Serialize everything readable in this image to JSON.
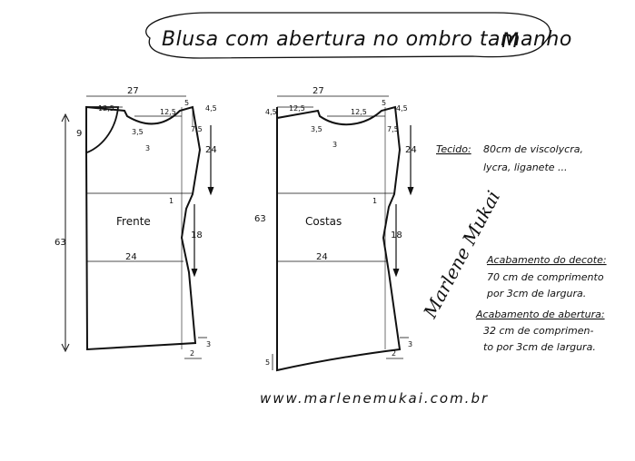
{
  "title": {
    "text": "Blusa com abertura no ombro tamanho",
    "size": "M"
  },
  "front": {
    "label": "Frente",
    "width_top": "27",
    "shoulder": "12,5",
    "neck_width": "12,5",
    "right_top": "5",
    "corner": "4,5",
    "neck_depth": "3,5",
    "neck_curve": "3",
    "armhole_offset": "7,5",
    "left_drop": "9",
    "armhole_depth": "24",
    "armhole_mark": "1",
    "hip_width": "24",
    "side_length": "18",
    "total_length": "63",
    "hem_rise": "3",
    "hem_side": "2"
  },
  "back": {
    "label": "Costas",
    "width_top": "27",
    "shoulder": "12,5",
    "neck_width": "12,5",
    "right_top": "5",
    "corner_left": "4,5",
    "corner_right": "4,5",
    "neck_depth": "3,5",
    "neck_curve": "3",
    "armhole_offset": "7,5",
    "armhole_depth": "24",
    "armhole_mark": "1",
    "hip_width": "24",
    "side_length": "18",
    "total_length": "63",
    "hem_rise": "3",
    "hem_side": "2",
    "hem_left": "5"
  },
  "notes": {
    "fabric_head": "Tecido:",
    "fabric_text_1": "80cm de viscolycra,",
    "fabric_text_2": "lycra, liganete ...",
    "neck_finish_head": "Acabamento do decote:",
    "neck_finish_1": "70 cm de comprimento",
    "neck_finish_2": "por 3cm de largura.",
    "opening_finish_head": "Acabamento de abertura:",
    "opening_finish_1": "32 cm de comprimen-",
    "opening_finish_2": "to por 3cm de largura."
  },
  "signature": "Marlene Mukai",
  "website": "www.marlenemukai.com.br"
}
